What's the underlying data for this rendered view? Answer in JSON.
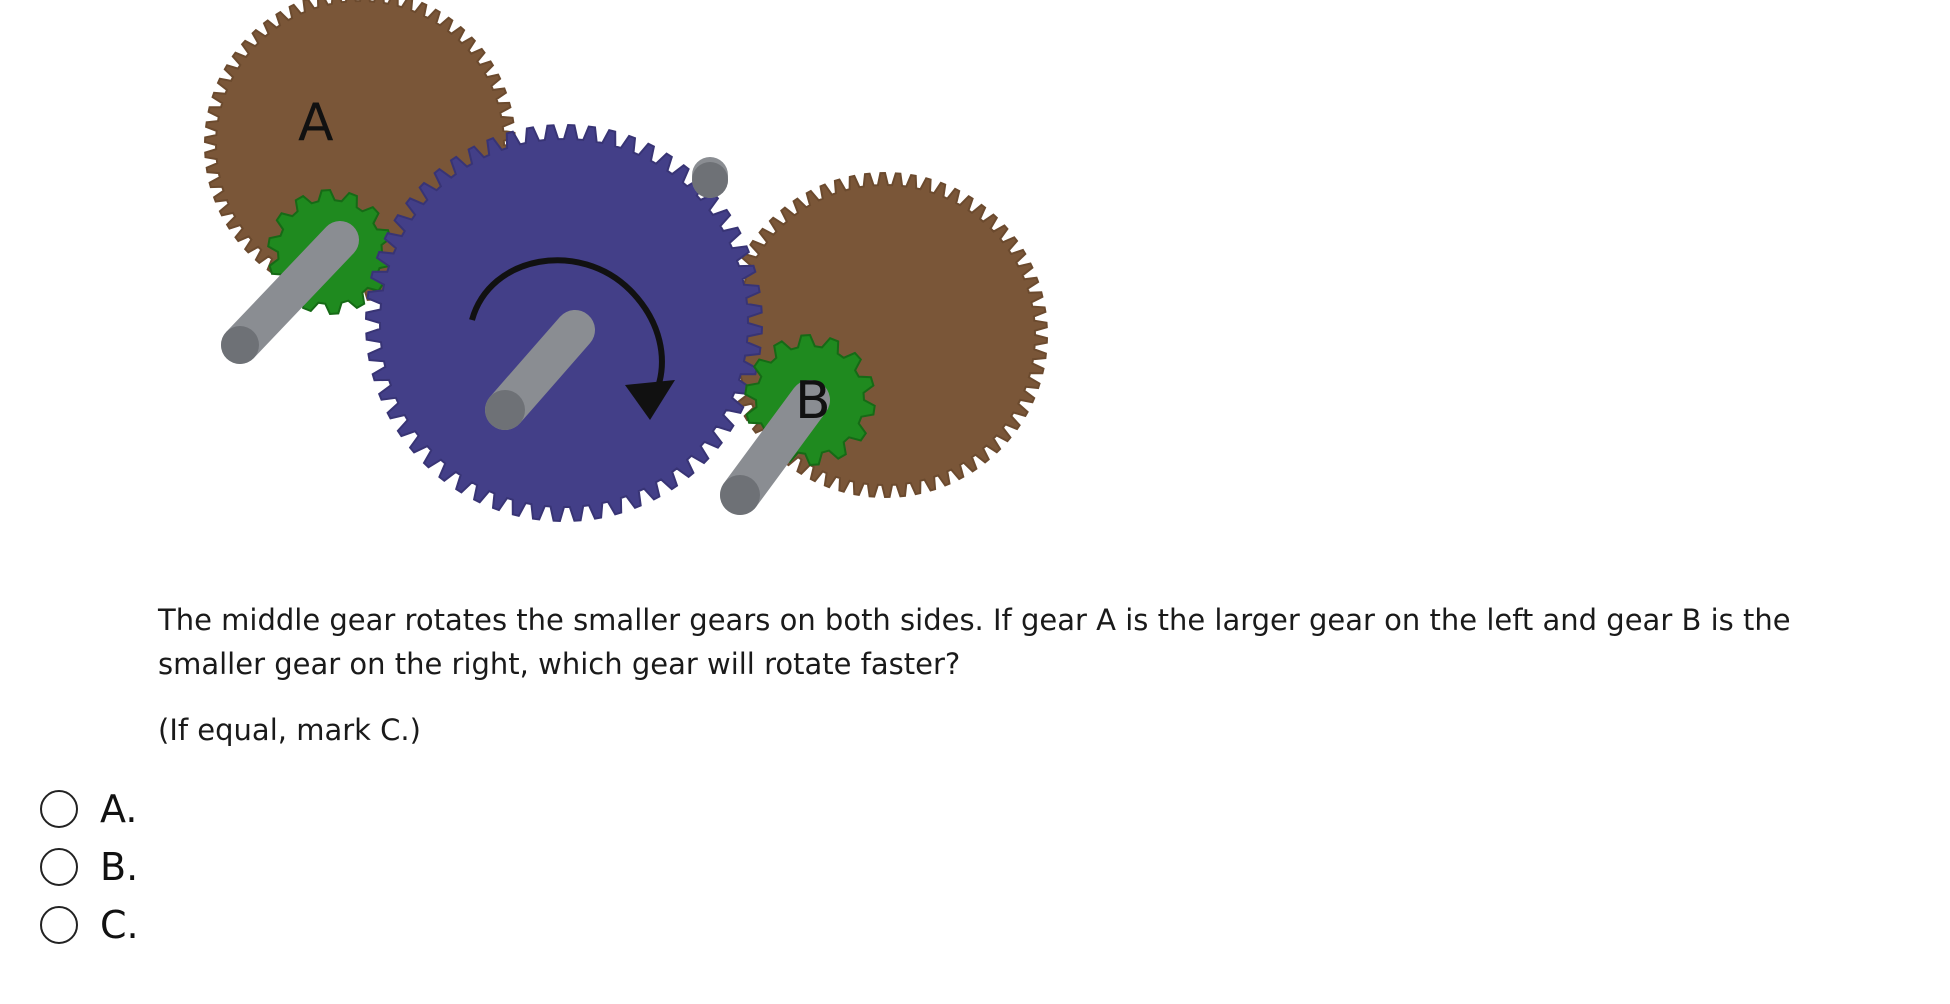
{
  "figure": {
    "gear_a_label": "A",
    "gear_b_label": "B",
    "colors": {
      "large_gear": "#7a5638",
      "large_gear_teeth": "#6b4a2e",
      "middle_gear": "#433f88",
      "middle_gear_teeth": "#383475",
      "small_gear": "#1f8a1f",
      "shaft": "#8a8d92",
      "arrow": "#111111"
    }
  },
  "question": {
    "text": "The middle gear rotates the smaller gears on both sides. If gear A is the larger gear on the left and gear B is the smaller gear on the right, which gear will rotate faster?",
    "hint": "(If equal, mark C.)"
  },
  "options": [
    {
      "label": "A."
    },
    {
      "label": "B."
    },
    {
      "label": "C."
    }
  ]
}
